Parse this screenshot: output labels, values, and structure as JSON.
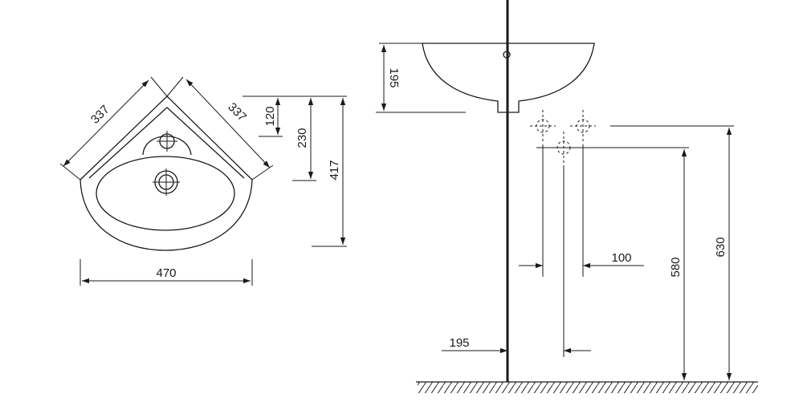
{
  "dimensions": {
    "top_left_diagonal": "337",
    "top_right_diagonal": "337",
    "width_470": "470",
    "depth_120": "120",
    "depth_230": "230",
    "depth_417": "417",
    "height_195": "195",
    "spacing_100": "100",
    "offset_195": "195",
    "height_580": "580",
    "height_630": "630"
  },
  "colors": {
    "line": "#1a1a1a",
    "background": "#ffffff"
  }
}
